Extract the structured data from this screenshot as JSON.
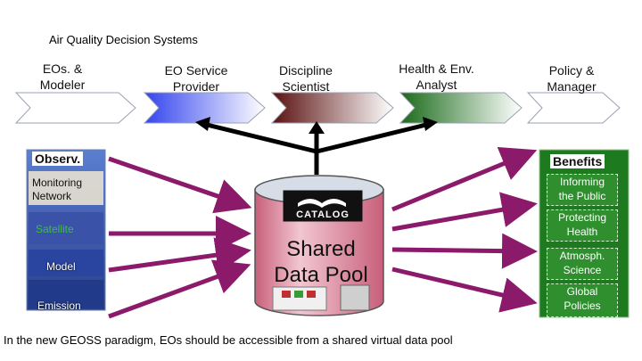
{
  "title": "Air Quality Decision Systems",
  "roles": [
    {
      "label": "EOs. &\nModeler",
      "fill": "#ffffff"
    },
    {
      "label": "EO Service\nProvider",
      "fill": "#3344ee"
    },
    {
      "label": "Discipline\nScientist",
      "fill": "#6b1a1a"
    },
    {
      "label": "Health & Env.\nAnalyst",
      "fill": "#1f7a1f"
    },
    {
      "label": "Policy &\nManager",
      "fill": "#ffffff"
    }
  ],
  "observations": {
    "title": "Observ.",
    "items": [
      "Monitoring\nNetwork",
      "Satellite",
      "Model",
      "Emission"
    ]
  },
  "pool": {
    "catalog": "CATALOG",
    "title": "Shared\nData Pool"
  },
  "benefits": {
    "title": "Benefits",
    "items": [
      "Informing\nthe Public",
      "Protecting\nHealth",
      "Atmosph.\nScience",
      "Global\nPolicies"
    ]
  },
  "caption": "In the new GEOSS paradigm, EOs should be accessible from a shared virtual data pool",
  "colors": {
    "arrow": "#8b1a6b",
    "benefit_panel": "#1e7a1e",
    "obs_panel": "#3c5fb0"
  }
}
